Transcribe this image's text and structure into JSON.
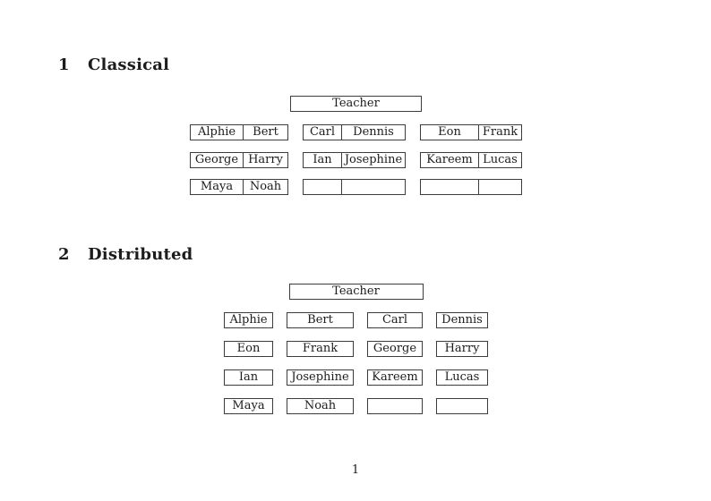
{
  "document": {
    "page_number": "1"
  },
  "classical": {
    "heading": {
      "number": "1",
      "title": "Classical"
    },
    "teacher": "Teacher",
    "rows": [
      [
        {
          "left": "Alphie",
          "right": "Bert"
        },
        {
          "left": "Carl",
          "right": "Dennis"
        },
        {
          "left": "Eon",
          "right": "Frank"
        }
      ],
      [
        {
          "left": "George",
          "right": "Harry"
        },
        {
          "left": "Ian",
          "right": "Josephine"
        },
        {
          "left": "Kareem",
          "right": "Lucas"
        }
      ],
      [
        {
          "left": "Maya",
          "right": "Noah"
        },
        {
          "left": "",
          "right": ""
        },
        {
          "left": "",
          "right": ""
        }
      ]
    ]
  },
  "distributed": {
    "heading": {
      "number": "2",
      "title": "Distributed"
    },
    "teacher": "Teacher",
    "rows": [
      [
        "Alphie",
        "Bert",
        "Carl",
        "Dennis"
      ],
      [
        "Eon",
        "Frank",
        "George",
        "Harry"
      ],
      [
        "Ian",
        "Josephine",
        "Kareem",
        "Lucas"
      ],
      [
        "Maya",
        "Noah",
        "",
        ""
      ]
    ]
  }
}
